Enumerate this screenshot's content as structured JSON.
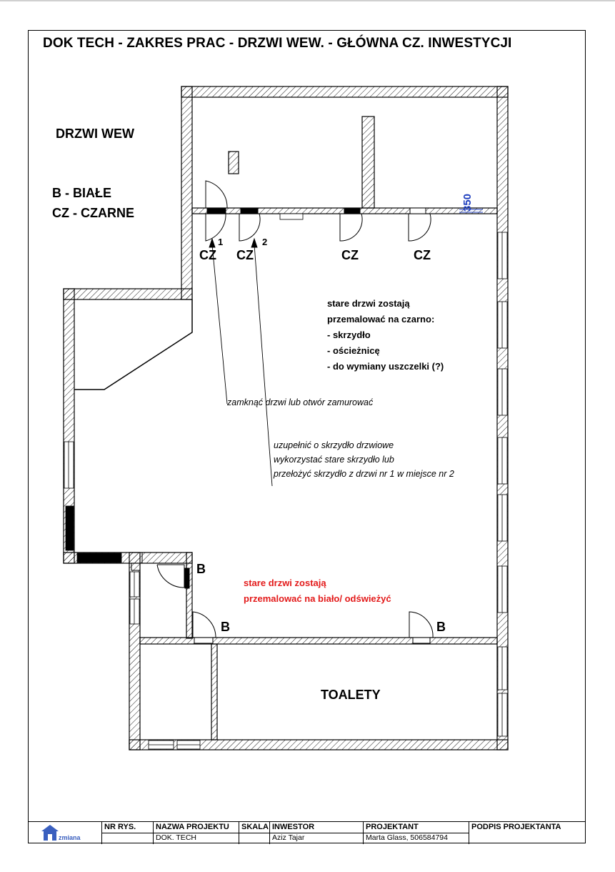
{
  "title": "DOK TECH - ZAKRES PRAC - DRZWI WEW. - GŁÓWNA CZ. INWESTYCJI",
  "legend": {
    "heading": "DRZWI WEW",
    "white": "B - BIAŁE",
    "black": "CZ - CZARNE"
  },
  "doors": {
    "cz_label": "CZ",
    "b_label": "B",
    "num_1": "1",
    "num_2": "2"
  },
  "dimension": "350",
  "notes": {
    "black_doors": {
      "line1": "stare drzwi zostają",
      "line2": "przemalować na czarno:",
      "line3": "- skrzydło",
      "line4": "- ościeżnicę",
      "line5": "- do wymiany uszczelki (?)"
    },
    "door1": "zamknąć drzwi lub otwór zamurować",
    "door2": {
      "line1": "uzupełnić o skrzydło drzwiowe",
      "line2": "wykorzystać stare skrzydło lub",
      "line3": "przełożyć skrzydło z drzwi nr 1 w miejsce nr 2"
    },
    "white_doors": {
      "line1": "stare drzwi zostają",
      "line2": "przemalować na biało/ odświeżyć"
    }
  },
  "rooms": {
    "toilets": "TOALETY"
  },
  "title_block": {
    "logo_text": "zmiana",
    "nr_rys_label": "NR RYS.",
    "nr_rys_value": "",
    "project_name_label": "NAZWA PROJEKTU",
    "project_name_value": "DOK. TECH",
    "scale_label": "SKALA",
    "scale_value": "",
    "investor_label": "INWESTOR",
    "investor_value": "Aziz Tajar",
    "designer_label": "PROJEKTANT",
    "designer_value": "Marta Glass, 506584794",
    "signature_label": "PODPIS PROJEKTANTA",
    "signature_value": ""
  },
  "colors": {
    "red_note": "#e31b1b",
    "dimension_blue": "#1f3fbf",
    "wall_line": "#000000"
  }
}
